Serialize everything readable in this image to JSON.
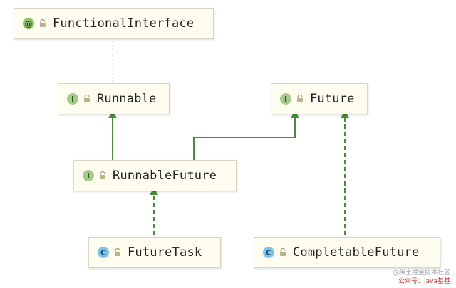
{
  "colors": {
    "node_bg": "#fffdf0",
    "node_border": "#d8d6c2",
    "edge": "#4a8a3a",
    "annotation_badge": "#8fc06f",
    "interface_badge": "#a6c98c",
    "class_badge": "#7ec3e6"
  },
  "nodes": [
    {
      "id": "functional-interface",
      "label": "FunctionalInterface",
      "badge": "@",
      "kind": "annotation",
      "icon": "lock-open-icon"
    },
    {
      "id": "runnable",
      "label": "Runnable",
      "badge": "I",
      "kind": "interface",
      "icon": "lock-open-icon"
    },
    {
      "id": "future",
      "label": "Future",
      "badge": "I",
      "kind": "interface",
      "icon": "lock-open-icon"
    },
    {
      "id": "runnable-future",
      "label": "RunnableFuture",
      "badge": "I",
      "kind": "interface",
      "icon": "lock-open-icon"
    },
    {
      "id": "future-task",
      "label": "FutureTask",
      "badge": "C",
      "kind": "class",
      "icon": "lock-open-icon"
    },
    {
      "id": "completable-future",
      "label": "CompletableFuture",
      "badge": "C",
      "kind": "class",
      "icon": "lock-open-icon"
    }
  ],
  "edges": [
    {
      "from": "runnable",
      "to": "functional-interface",
      "style": "dotted"
    },
    {
      "from": "runnable-future",
      "to": "runnable",
      "style": "solid"
    },
    {
      "from": "runnable-future",
      "to": "future",
      "style": "solid"
    },
    {
      "from": "future-task",
      "to": "runnable-future",
      "style": "dashed"
    },
    {
      "from": "completable-future",
      "to": "future",
      "style": "dashed"
    }
  ],
  "watermark": {
    "line1": "@稀土掘金技术社区",
    "line2": "公众号：Java基基"
  }
}
